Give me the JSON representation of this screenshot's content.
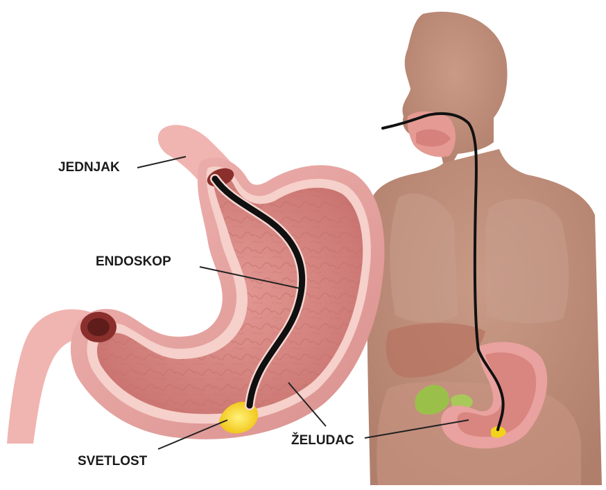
{
  "labels": {
    "esophagus": "JEDNJAK",
    "endoscope": "ENDOSKOP",
    "stomach": "ŽELUDAC",
    "light": "SVETLOST"
  },
  "colors": {
    "body_skin": "#c2927e",
    "body_shadow": "#b5836f",
    "stomach_outer": "#e9a3a1",
    "stomach_inner": "#d98a86",
    "stomach_wall_rim": "#f3c1bd",
    "fold_lines": "#c47774",
    "endoscope": "#111111",
    "light_glow": "#f2d21c",
    "leader_line": "#222222"
  }
}
